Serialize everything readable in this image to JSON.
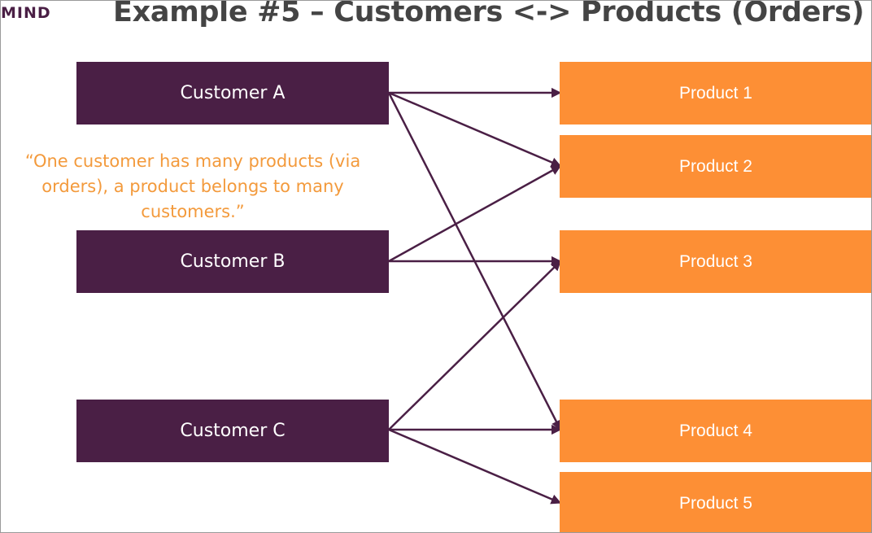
{
  "logo": {
    "text": "MIND"
  },
  "title": "Example #5 – Customers <-> Products (Orders)",
  "quote": "“One customer has many products (via orders), a product belongs to many customers.”",
  "customers": [
    {
      "label": "Customer A"
    },
    {
      "label": "Customer B"
    },
    {
      "label": "Customer C"
    }
  ],
  "products": [
    {
      "label": "Product 1"
    },
    {
      "label": "Product 2"
    },
    {
      "label": "Product 3"
    },
    {
      "label": "Product 4"
    },
    {
      "label": "Product 5"
    }
  ],
  "colors": {
    "customer_fill": "#4a1f45",
    "product_fill": "#fd8f35",
    "arrow": "#4a1f45",
    "quote_text": "#f39a3c",
    "title_text": "#444444"
  },
  "relations": [
    {
      "from": "Customer A",
      "to": "Product 1"
    },
    {
      "from": "Customer A",
      "to": "Product 2"
    },
    {
      "from": "Customer A",
      "to": "Product 4"
    },
    {
      "from": "Customer B",
      "to": "Product 2"
    },
    {
      "from": "Customer B",
      "to": "Product 3"
    },
    {
      "from": "Customer C",
      "to": "Product 3"
    },
    {
      "from": "Customer C",
      "to": "Product 4"
    },
    {
      "from": "Customer C",
      "to": "Product 5"
    }
  ]
}
